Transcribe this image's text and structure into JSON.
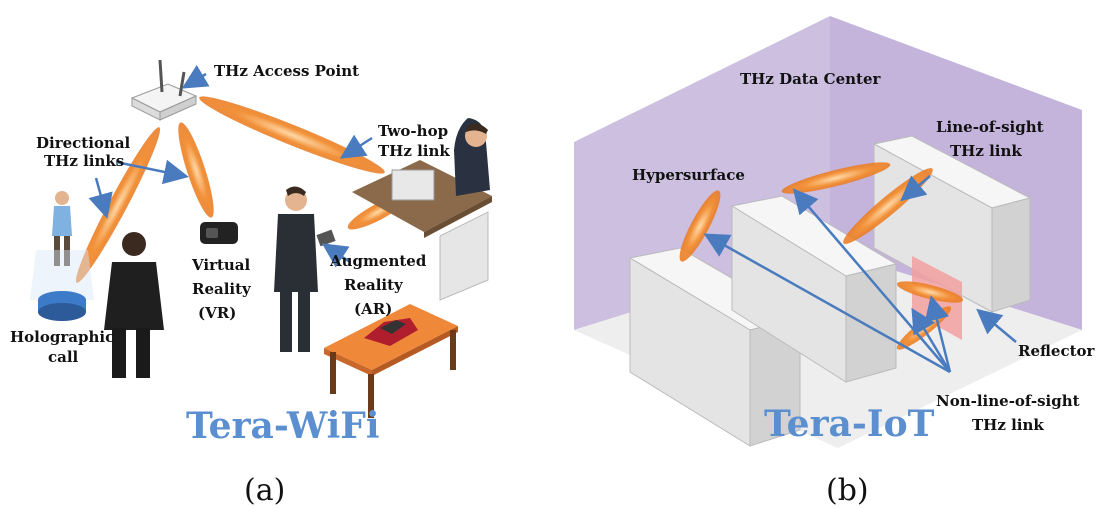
{
  "panel_a": {
    "labels": {
      "access_point": "THz Access Point",
      "directional_1": "Directional",
      "directional_2": "THz links",
      "two_hop_1": "Two-hop",
      "two_hop_2": "THz link",
      "holographic_1": "Holographic",
      "holographic_2": "call",
      "vr_1": "Virtual",
      "vr_2": "Reality",
      "vr_3": "(VR)",
      "ar_1": "Augmented",
      "ar_2": "Reality",
      "ar_3": "(AR)"
    },
    "title": "Tera-WiFi",
    "caption": "(a)"
  },
  "panel_b": {
    "labels": {
      "data_center": "THz Data Center",
      "los_1": "Line-of-sight",
      "los_2": "THz link",
      "hypersurface": "Hypersurface",
      "reflector": "Reflector",
      "nlos_1": "Non-line-of-sight",
      "nlos_2": "THz link"
    },
    "title": "Tera-IoT",
    "caption": "(b)"
  },
  "colors": {
    "beam": "#f08a2c",
    "arrow": "#4a7bbf",
    "title_blue": "#5b8fd0",
    "wall": "#cdbfe0",
    "floor": "#eeeeee",
    "reflector": "#f2a0a0"
  }
}
